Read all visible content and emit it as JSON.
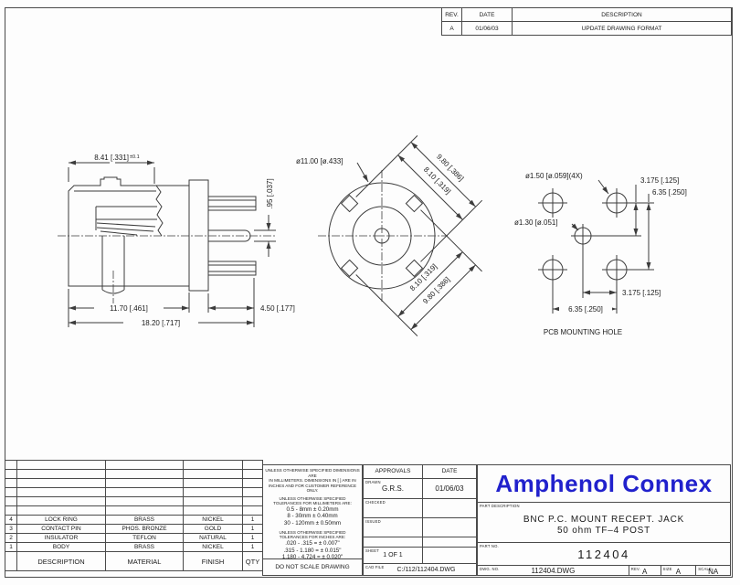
{
  "revision_table": {
    "headers": {
      "rev": "REV.",
      "date": "DATE",
      "description": "DESCRIPTION"
    },
    "rows": [
      {
        "rev": "A",
        "date": "01/06/03",
        "description": "UPDATE  DRAWING  FORMAT"
      }
    ]
  },
  "views": {
    "side": {
      "dim_width": "8.41  [.331]",
      "dim_width_tol": "±0.1",
      "dim_pin": ".95  [.037]",
      "dim_body": "11.70  [.461]",
      "dim_overall": "18.20  [.717]",
      "dim_pinlen": "4.50  [.177]"
    },
    "front": {
      "dia": "ø11.00  [ø.433]",
      "d980a": "9.80  [.386]",
      "d810a": "8.10  [.319]",
      "d810b": "8.10  [.319]",
      "d980b": "9.80  [.386]"
    },
    "pcb": {
      "hole4": "ø1.50  [ø.059](4X)",
      "hole1": "ø1.30  [ø.051]",
      "p3175r": "3.175  [.125]",
      "p635r": "6.35  [.250]",
      "p3175b": "3.175  [.125]",
      "p635b": "6.35  [.250]",
      "caption": "PCB  MOUNTING  HOLE"
    }
  },
  "parts_list": {
    "headers": {
      "description": "DESCRIPTION",
      "material": "MATERIAL",
      "finish": "FINISH",
      "qty": "QTY"
    },
    "rows": [
      {
        "item": "4",
        "description": "LOCK  RING",
        "material": "BRASS",
        "finish": "NICKEL",
        "qty": "1"
      },
      {
        "item": "3",
        "description": "CONTACT  PIN",
        "material": "PHOS. BRONZE",
        "finish": "GOLD",
        "qty": "1"
      },
      {
        "item": "2",
        "description": "INSULATOR",
        "material": "TEFLON",
        "finish": "NATURAL",
        "qty": "1"
      },
      {
        "item": "1",
        "description": "BODY",
        "material": "BRASS",
        "finish": "NICKEL",
        "qty": "1"
      }
    ]
  },
  "tolerance_block": {
    "note_l1": "UNLESS OTHERWISE SPECIFIED DIMENSIONS ARE",
    "note_l2": "IN MILLIMETERS. DIMENSIONS IN [ ] ARE IN",
    "note_l3": "INCHES AND FOR CUSTOMER REFERENCE ONLY.",
    "mm_title_l1": "UNLESS OTHERWISE SPECIFIED",
    "mm_title_l2": "TOLERANCES FOR MILLIMETERS ARE:",
    "mm_lines": [
      "0.5  -  8mm  ±  0.20mm",
      "8  -  30mm  ±  0.40mm",
      "30  -  120mm  ±  0.50mm"
    ],
    "inch_title_l1": "UNLESS OTHERWISE SPECIFIED",
    "inch_title_l2": "TOLERANCES FOR INCHES ARE:",
    "inch_lines": [
      ".020  -  .315  =  ±  0.007\"",
      ".315  -  1.180  =  ±  0.015\"",
      "1.180  -  4.724  =  ±  0.020\""
    ],
    "no_scale": "DO  NOT  SCALE  DRAWING"
  },
  "approvals": {
    "title": "APPROVALS",
    "date_header": "DATE",
    "drawn_label": "DRAWN",
    "drawn_by": "G.R.S.",
    "drawn_date": "01/06/03",
    "checked_label": "CHECKED",
    "issued_label": "ISSUED",
    "sheet_label": "SHEET",
    "sheet_value": "1  OF  1",
    "cad_file_label": "CAD FILE",
    "cad_file_value": "C:/112/112404.DWG"
  },
  "title_block": {
    "company": "Amphenol Connex",
    "brand_color": "#2121cc",
    "part_description_label": "PART DESCRIPTION",
    "part_description_line1": "BNC  P.C.  MOUNT  RECEPT.  JACK",
    "part_description_line2": "50  ohm  TF–4  POST",
    "part_no_label": "PART NO.",
    "part_no": "112404",
    "dwg_no_label": "DWG. NO.",
    "dwg_no": "112404.DWG",
    "rev_label": "REV.",
    "rev": "A",
    "size_label": "SIZE",
    "size": "A",
    "scale_label": "SCALE",
    "scale": "NA"
  }
}
